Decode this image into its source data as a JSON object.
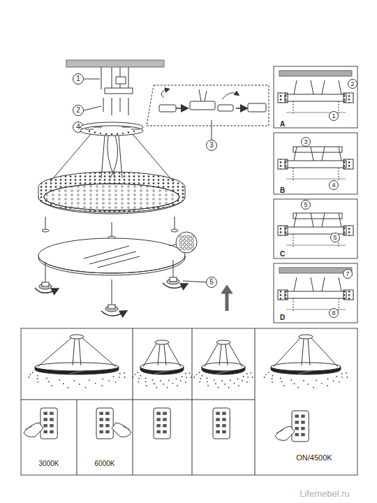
{
  "diagram": {
    "labels": [
      "1",
      "2",
      "3",
      "4",
      "5",
      "A",
      "2",
      "1",
      "B",
      "3",
      "4",
      "C",
      "5",
      "5",
      "D",
      "7",
      "8",
      "3000K",
      "6000K",
      "ON/4500K",
      "Lifemebel.ru"
    ]
  }
}
